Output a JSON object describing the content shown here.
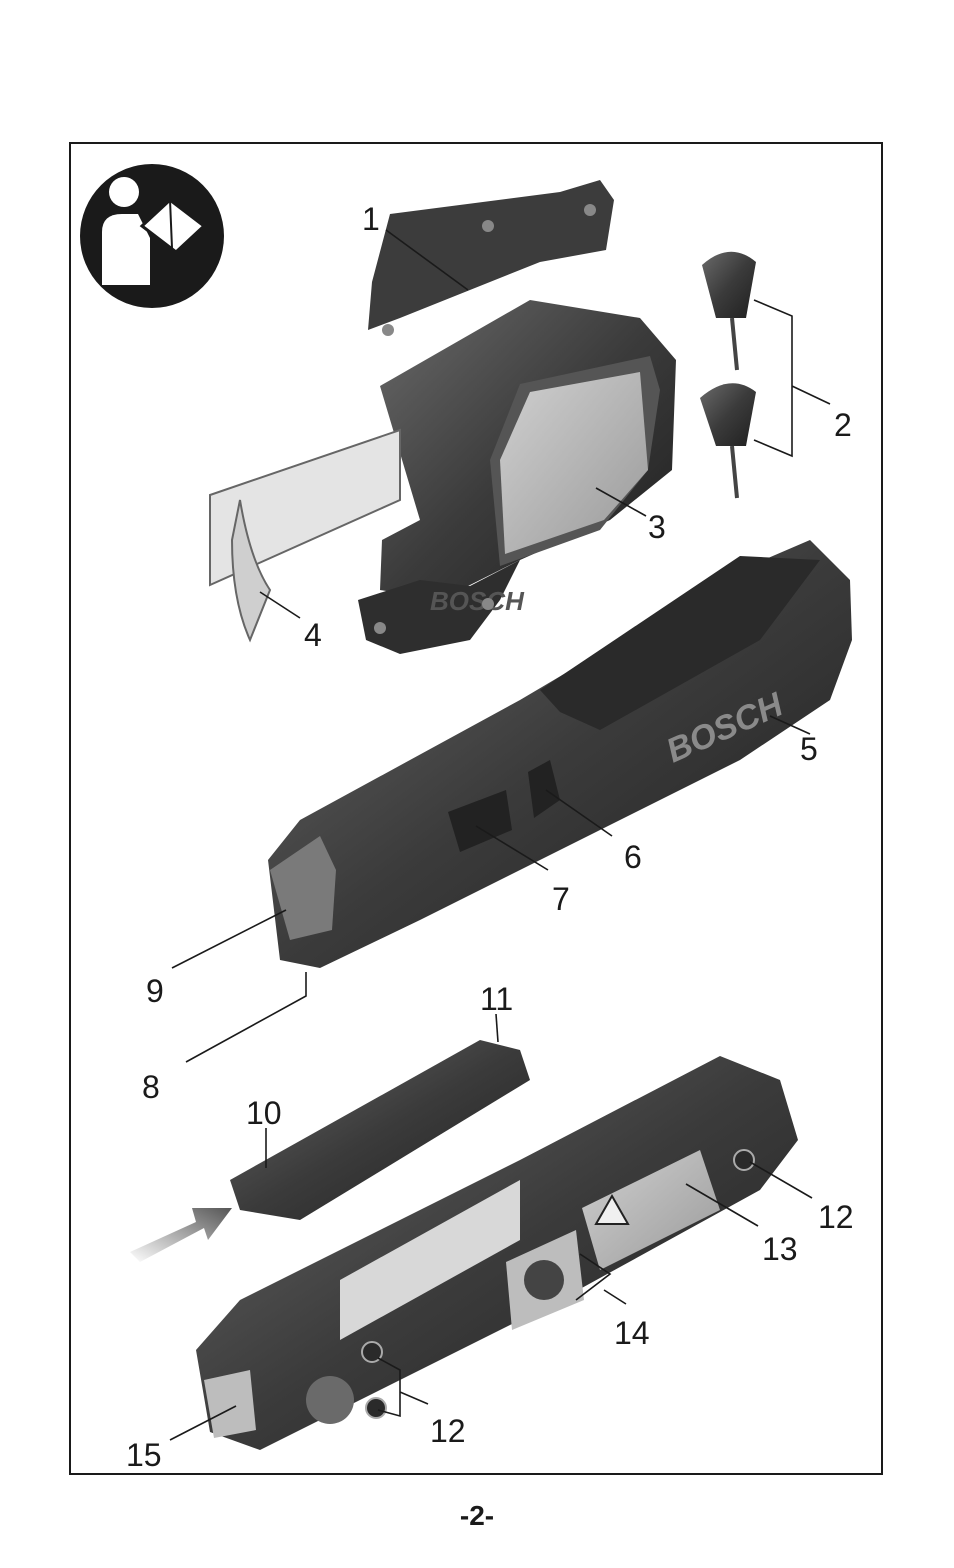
{
  "callouts": {
    "c1": "1",
    "c2": "2",
    "c3": "3",
    "c4": "4",
    "c5": "5",
    "c6": "6",
    "c7": "7",
    "c8": "8",
    "c9": "9",
    "c10": "10",
    "c11": "11",
    "c12a": "12",
    "c12b": "12",
    "c13": "13",
    "c14": "14",
    "c15": "15"
  },
  "brand": {
    "tool_label": "BOSCH",
    "bracket_label": "BOSCH"
  },
  "page_number": "-2-",
  "icons": {
    "manual": "read-manual-icon",
    "laser_warning": "laser-warning-icon"
  },
  "colors": {
    "outline": "#1a1a1a",
    "tool_body": "#3a3a3a",
    "label_bg": "#bdbdbd"
  }
}
